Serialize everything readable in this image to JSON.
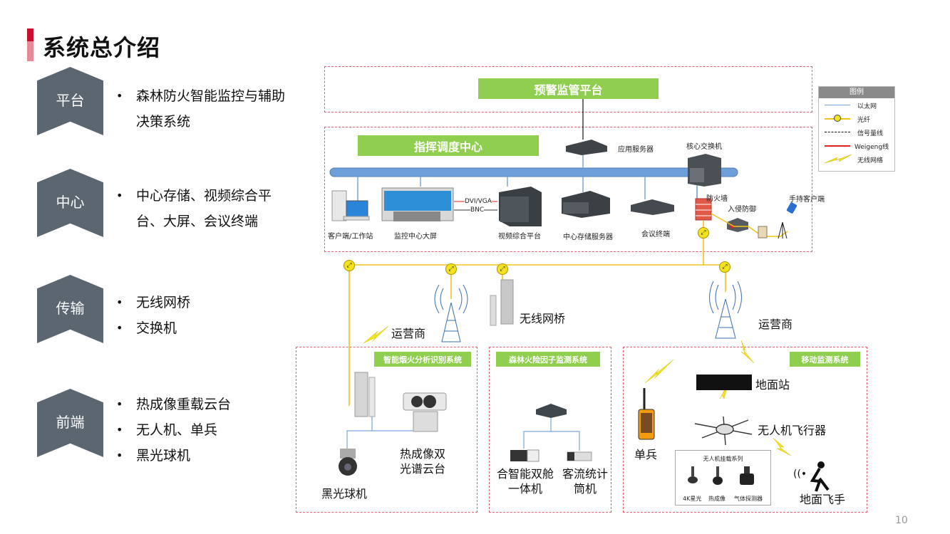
{
  "page": {
    "title": "系统总介绍",
    "page_number": "10"
  },
  "sections": [
    {
      "tag": "平台",
      "bullets": [
        "森林防火智能监控与辅助决策系统"
      ]
    },
    {
      "tag": "中心",
      "bullets": [
        "中心存储、视频综合平台、大屏、会议终端"
      ]
    },
    {
      "tag": "传输",
      "bullets": [
        "无线网桥",
        "交换机"
      ]
    },
    {
      "tag": "前端",
      "bullets": [
        "热成像重载云台",
        "无人机、单兵",
        "黑光球机"
      ]
    }
  ],
  "diagram": {
    "top_platform": "预警监管平台",
    "command_center": "指挥调度中心",
    "devices": {
      "app_server": "应用服务器",
      "core_switch": "核心交换机",
      "client_workstation": "客户端/工作站",
      "video_wall": "监控中心大屏",
      "video_platform": "视频综合平台",
      "storage_server": "中心存储服务器",
      "meeting_terminal": "会议终端",
      "firewall": "防火墙",
      "ips": "入侵防御",
      "handheld_client": "手持客户端",
      "dvi_vga": "DVI/VGA",
      "bnc": "BNC",
      "carrier_left": "运营商",
      "wireless_bridge": "无线网桥",
      "carrier_right": "运营商"
    },
    "subsystems": [
      {
        "title": "智能烟火分析识别系统",
        "items": [
          "黑光球机",
          "热成像双光谱云台"
        ]
      },
      {
        "title": "森林火险因子监测系统",
        "items": [
          "合智能双舱一体机",
          "客流统计筒机"
        ]
      },
      {
        "title": "移动监测系统",
        "items": [
          "地面站",
          "单兵",
          "无人机飞行器",
          "地面飞手"
        ],
        "payload_box": {
          "title": "无人机挂载系列",
          "items": [
            "4K星光",
            "热成像",
            "气体探测器"
          ]
        }
      }
    ],
    "legend": {
      "title": "图例",
      "items": [
        {
          "label": "以太网",
          "type": "ethernet",
          "color": "#7aa7d6"
        },
        {
          "label": "光纤",
          "type": "fiber",
          "color": "#f0c419"
        },
        {
          "label": "信号量线",
          "type": "signal",
          "color": "#111111"
        },
        {
          "label": "Weigeng线",
          "type": "weigeng",
          "color": "#e0201f"
        },
        {
          "label": "无线网络",
          "type": "wireless",
          "color": "#f3e21c"
        }
      ]
    }
  },
  "colors": {
    "accent_red": "#c8102e",
    "chevron": "#5b6670",
    "green_label": "#8fce4e",
    "dashed_border": "#e06070",
    "ethernet_bus": "#6e9fd8",
    "fiber": "#f0c419"
  }
}
